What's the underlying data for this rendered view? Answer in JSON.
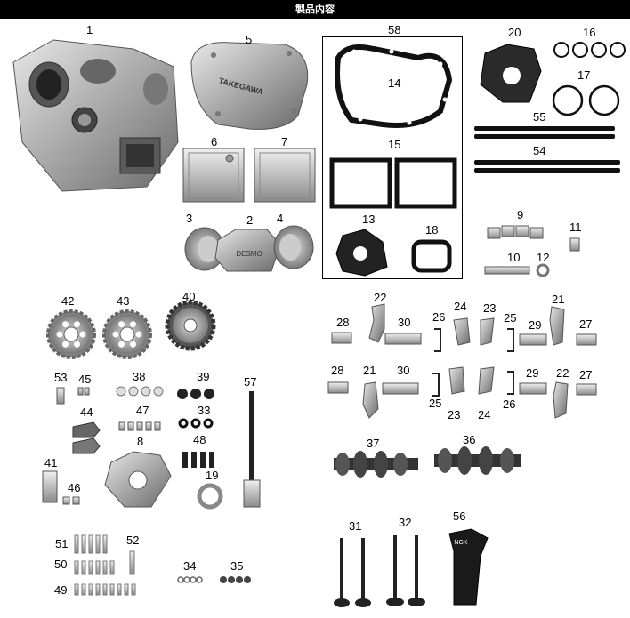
{
  "header": {
    "title": "製品内容"
  },
  "branding": {
    "cover_text": "TAKEGAWA",
    "bracket_text": "DESMO",
    "cap_text": "NGK"
  },
  "part_numbers": {
    "n1": "1",
    "n2": "2",
    "n3": "3",
    "n4": "4",
    "n5": "5",
    "n6": "6",
    "n7": "7",
    "n8": "8",
    "n9": "9",
    "n10": "10",
    "n11": "11",
    "n12": "12",
    "n13": "13",
    "n14": "14",
    "n15": "15",
    "n16": "16",
    "n17": "17",
    "n18": "18",
    "n19": "19",
    "n20": "20",
    "n21": "21",
    "n22": "22",
    "n23": "23",
    "n24": "24",
    "n25": "25",
    "n26": "26",
    "n27": "27",
    "n28": "28",
    "n29": "29",
    "n30": "30",
    "n31": "31",
    "n32": "32",
    "n33": "33",
    "n34": "34",
    "n35": "35",
    "n36": "36",
    "n37": "37",
    "n38": "38",
    "n39": "39",
    "n40": "40",
    "n41": "41",
    "n42": "42",
    "n43": "43",
    "n44": "44",
    "n45": "45",
    "n46": "46",
    "n47": "47",
    "n48": "48",
    "n49": "49",
    "n50": "50",
    "n51": "51",
    "n52": "52",
    "n53": "53",
    "n54": "54",
    "n55": "55",
    "n56": "56",
    "n57": "57",
    "n58": "58"
  },
  "colors": {
    "header_bg": "#000000",
    "header_text": "#ffffff",
    "metal": "#b8b8b8",
    "dark_metal": "#3a3a3a",
    "gasket": "#111111"
  }
}
